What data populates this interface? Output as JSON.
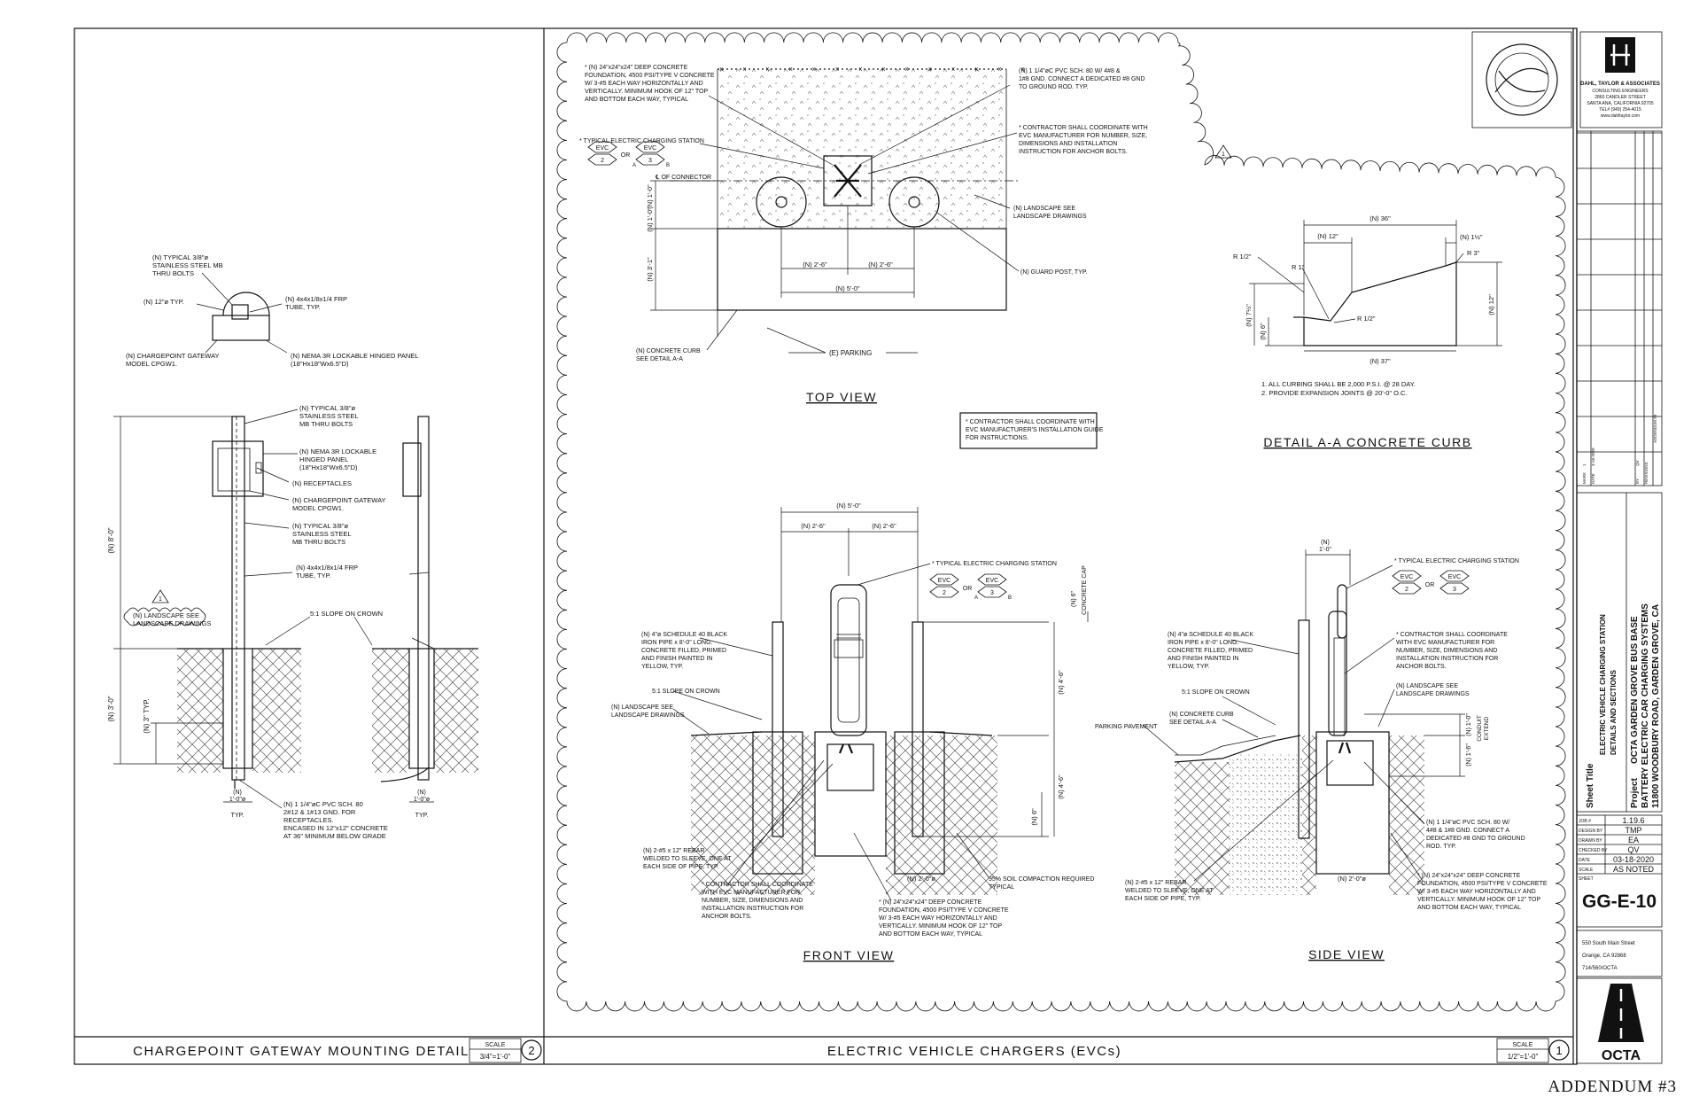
{
  "addendum": "ADDENDUM #3",
  "left_panel": {
    "title": "CHARGEPOINT GATEWAY MOUNTING DETAIL",
    "scale_label": "SCALE",
    "scale_value": "3/4\"=1'-0\"",
    "detail_number": "2",
    "plan_notes": {
      "bolts": [
        "(N) TYPICAL 3/8\"ø",
        "STAINLESS STEEL MB",
        "THRU BOLTS"
      ],
      "dia": "(N) 12\"ø TYP.",
      "tube": [
        "(N) 4x4x1/8x1/4 FRP",
        "TUBE, TYP."
      ],
      "gateway": [
        "(N) CHARGEPOINT GATEWAY",
        "MODEL CPGW1."
      ],
      "panel": [
        "(N) NEMA 3R LOCKABLE HINGED PANEL",
        "(18\"Hx18\"Wx6.5\"D)"
      ]
    },
    "elev_notes": {
      "bolts_top": [
        "(N) TYPICAL 3/8\"ø",
        "STAINLESS STEEL",
        "MB THRU BOLTS"
      ],
      "nema": [
        "(N) NEMA 3R LOCKABLE",
        "HINGED PANEL",
        "(18\"Hx18\"Wx6.5\"D)"
      ],
      "receptacles": "(N) RECEPTACLES",
      "gateway": [
        "(N) CHARGEPOINT GATEWAY",
        "MODEL CPGW1."
      ],
      "bolts_bottom": [
        "(N) TYPICAL 3/8\"ø",
        "STAINLESS STEEL",
        "MB THRU BOLTS"
      ],
      "tube": [
        "(N) 4x4x1/8x1/4 FRP",
        "TUBE, TYP."
      ],
      "slope": "5:1 SLOPE ON CROWN",
      "landscape": [
        "(N) LANDSCAPE SEE",
        "LANDSCAPE DRAWINGS"
      ],
      "conduit": [
        "(N) 1 1/4\"øC PVC SCH. 80",
        "2#12 & 1#13 GND. FOR",
        "RECEPTACLES.",
        "ENCASED IN 12\"x12\" CONCRETE",
        "AT 36\" MINIMUM BELOW GRADE"
      ],
      "dim_8": "(N) 8'-0\"",
      "dim_3": "(N) 3'-0\"",
      "dim_3in": "(N) 3\" TYP.",
      "dim_1a": [
        "(N)",
        "1'-0\"ø"
      ],
      "dim_1b": [
        "(N)",
        "1'-0\"ø"
      ],
      "typ": "TYP.",
      "rev": "1"
    }
  },
  "main_panel": {
    "title": "ELECTRIC VEHICLE CHARGERS (EVCs)",
    "scale_label": "SCALE",
    "scale_value": "1/2\"=1'-0\"",
    "detail_number": "1",
    "rev": "1",
    "top_view": {
      "title": "TOP VIEW",
      "n1": [
        "* (N) 24\"x24\"x24\" DEEP CONCRETE",
        "FOUNDATION, 4500 PSI/TYPE V CONCRETE",
        "W/ 3-#5 EACH WAY HORIZONTALLY AND",
        "VERTICALLY. MINIMUM HOOK OF 12\" TOP",
        "AND BOTTOM EACH WAY, TYPICAL"
      ],
      "n2": [
        "(N) 1 1/4\"øC PVC SCH. 80 W/ 4#8 &",
        "1#8 GND. CONNECT A DEDICATED #8 GND",
        "TO GROUND ROD. TYP."
      ],
      "n3": "* TYPICAL ELECTRIC CHARGING STATION",
      "n4": [
        "* CONTRACTOR SHALL COORDINATE WITH",
        "EVC MANUFACTURER FOR NUMBER, SIZE,",
        "DIMENSIONS AND INSTALLATION",
        "INSTRUCTION FOR ANCHOR BOLTS."
      ],
      "evc": "EVC",
      "tag2": "2",
      "tag3": "3",
      "or": "OR",
      "ta": "A",
      "tb": "B",
      "connector": "℄ OF CONNECTOR",
      "landscape": [
        "(N) LANDSCAPE SEE",
        "LANDSCAPE DRAWINGS"
      ],
      "guard": "(N) GUARD POST, TYP.",
      "curb": [
        "(N) CONCRETE CURB",
        "SEE DETAIL A-A"
      ],
      "parking": "(E) PARKING",
      "d1": "(N) 1'-0\"",
      "d2": "(N) 1'-0\"",
      "d3": "(N) 3'-1\"",
      "d4": "(N) 2'-6\"",
      "d5": "(N) 2'-6\"",
      "d6": "(N) 5'-0\""
    },
    "install_note": [
      "* CONTRACTOR SHALL COORDINATE WITH",
      "EVC MANUFACTURER'S INSTALLATION GUIDE",
      "FOR INSTRUCTIONS."
    ],
    "detail_aa": {
      "title": "DETAIL A-A CONCRETE CURB",
      "d36": "(N) 36\"",
      "d12": "(N) 12\"",
      "d1h": "(N) 1½\"",
      "r12": "R 1/2\"",
      "r1": "R 1\"",
      "r3": "R 3\"",
      "r12b": "R 1/2\"",
      "d7": "(N) 7½\"",
      "d6": "(N) 6\"",
      "d12v": "(N) 12\"",
      "d37": "(N) 37\"",
      "notes": [
        "1.  ALL CURBING SHALL BE 2,000 P.S.I. @ 28 DAY.",
        "2.  PROVIDE EXPANSION JOINTS @ 20'-0\" O.C."
      ]
    },
    "front_view": {
      "title": "FRONT VIEW",
      "d5": "(N) 5'-0\"",
      "d26a": "(N) 2'-6\"",
      "d26b": "(N) 2'-6\"",
      "station": "* TYPICAL ELECTRIC CHARGING STATION",
      "cap": "CONCRETE CAP",
      "cap_dim": "(N) 6\"",
      "pipe": [
        "(N) 4\"ø SCHEDULE 40 BLACK",
        "IRON PIPE x 8'-0\" LONG.",
        "CONCRETE FILLED, PRIMED",
        "AND FINISH PAINTED IN",
        "YELLOW, TYP."
      ],
      "slope": "5:1 SLOPE ON CROWN",
      "landscape": [
        "(N) LANDSCAPE SEE",
        "LANDSCAPE DRAWINGS"
      ],
      "h1": "(N) 4'-6\"",
      "h2": "(N) 4'-6\"",
      "h3": "(N) 6\"",
      "rebar": [
        "(N) 2-#5 x 12\" REBAR",
        "WELDED TO SLEEVE, ONE AT",
        "EACH SIDE OF PIPE, TYP."
      ],
      "coord": [
        "* CONTRACTOR SHALL COORDINATE",
        "WITH EVC MANUFACTURER FOR",
        "NUMBER, SIZE, DIMENSIONS AND",
        "INSTALLATION INSTRUCTION FOR",
        "ANCHOR BOLTS."
      ],
      "foundation": [
        "* (N) 24\"x24\"x24\" DEEP CONCRETE",
        "FOUNDATION, 4500 PSI/TYPE V CONCRETE",
        "W/ 3-#5 EACH WAY HORIZONTALLY AND",
        "VERTICALLY. MINIMUM HOOK OF 12\" TOP",
        "AND BOTTOM EACH WAY, TYPICAL"
      ],
      "d20": "(N) 2'-0\"ø",
      "soil": [
        "95% SOIL COMPACTION REQUIRED",
        "TYPICAL"
      ]
    },
    "side_view": {
      "title": "SIDE VIEW",
      "d1": [
        "(N)",
        "1'-0\""
      ],
      "station": "* TYPICAL ELECTRIC CHARGING STATION",
      "pipe": [
        "(N) 4\"ø SCHEDULE 40 BLACK",
        "IRON PIPE x 8'-0\" LONG.",
        "CONCRETE FILLED, PRIMED",
        "AND FINISH PAINTED IN",
        "YELLOW, TYP."
      ],
      "coord": [
        "* CONTRACTOR SHALL COORDINATE",
        "WITH EVC MANUFACTURER FOR",
        "NUMBER, SIZE, DIMENSIONS AND",
        "INSTALLATION INSTRUCTION FOR",
        "ANCHOR BOLTS."
      ],
      "slope": "5:1 SLOPE ON CROWN",
      "landscape": [
        "(N) LANDSCAPE SEE",
        "LANDSCAPE DRAWINGS"
      ],
      "curb": [
        "(N) CONCRETE CURB",
        "SEE DETAIL A-A"
      ],
      "pavement": "PARKING PAVEMENT",
      "h1": "(N) 1'-0\"",
      "h2": "(N) 1'-6\"",
      "conduit_ext": [
        "CONDUIT",
        "EXTEND"
      ],
      "conduit": [
        "(N) 1 1/4\"øC PVC SCH. 80 W/",
        "4#8 & 1#8 GND. CONNECT A",
        "DEDICATED #8 GND TO GROUND",
        "ROD. TYP."
      ],
      "rebar": [
        "(N) 2-#5 x 12\" REBAR",
        "WELDED TO SLEEVE, ONE AT",
        "EACH SIDE OF PIPE, TYP."
      ],
      "d20": "(N) 2'-0\"ø",
      "foundation": [
        "* (N) 24\"x24\"x24\" DEEP CONCRETE",
        "FOUNDATION, 4500 PSI/TYPE V CONCRETE",
        "W/ 3-#5 EACH WAY HORIZONTALLY AND",
        "VERTICALLY. MINIMUM HOOK OF 12\" TOP",
        "AND BOTTOM EACH WAY, TYPICAL"
      ]
    }
  },
  "title_block": {
    "firm": "DAHL, TAYLOR & ASSOCIATES",
    "firm_sub": [
      "CONSULTING ENGINEERS",
      "2860 CANDLER STREET",
      "SANTA ANA, CALIFORNIA 92705",
      "TEL# (949) 254-4015",
      "www.dahltaylor.com"
    ],
    "rev_headers": [
      "MARK",
      "DATE",
      "BY",
      "REVISIONS"
    ],
    "rev_row": [
      "1",
      "3-18-2020",
      "QV",
      "ADDENDUM #3"
    ],
    "sheet_title_label": "Sheet Title",
    "sheet_title": [
      "ELECTRIC VEHICLE CHARGING STATION",
      "DETAILS AND SECTIONS"
    ],
    "project_label": "Project",
    "project": [
      "OCTA GARDEN GROVE BUS BASE",
      "BATTERY ELECTRIC CAR CHARGING SYSTEMS",
      "11800 WOODBURY ROAD, GARDEN GROVE, CA"
    ],
    "info": [
      {
        "k": "JOB #",
        "v": "1.19.6"
      },
      {
        "k": "DESIGN BY",
        "v": "TMP"
      },
      {
        "k": "DRAWN BY",
        "v": "EA"
      },
      {
        "k": "CHECKED BY",
        "v": "QV"
      },
      {
        "k": "DATE",
        "v": "03-18-2020"
      },
      {
        "k": "SCALE",
        "v": "AS NOTED"
      }
    ],
    "sheet_label": "SHEET",
    "sheet_number": "GG-E-10",
    "address": [
      "550 South Main Street",
      "Orange, CA 92868",
      "714/560/OCTA"
    ],
    "logo_text": "OCTA"
  }
}
